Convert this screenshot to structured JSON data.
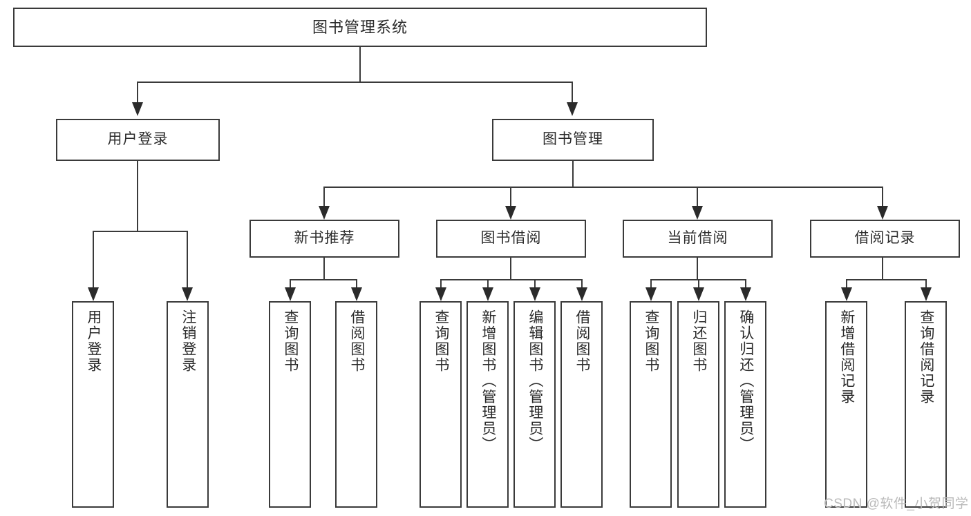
{
  "diagram": {
    "type": "tree-hierarchy",
    "title": "图书管理系统",
    "watermark": "CSDN @软件_小贺同学",
    "colors": {
      "box_border": "#3a3a3a",
      "connector": "#3a3a3a",
      "text": "#2b2b2b",
      "background": "#ffffff",
      "watermark": "#b9b9b9"
    },
    "nodes": {
      "root": {
        "label": "图书管理系统"
      },
      "level2": [
        {
          "label": "用户登录"
        },
        {
          "label": "图书管理"
        }
      ],
      "level3": [
        {
          "label": "新书推荐"
        },
        {
          "label": "图书借阅"
        },
        {
          "label": "当前借阅"
        },
        {
          "label": "借阅记录"
        }
      ],
      "leaves": {
        "user_login": [
          {
            "label": "用户登录"
          },
          {
            "label": "注销登录"
          }
        ],
        "new_book_recommend": [
          {
            "label": "查询图书"
          },
          {
            "label": "借阅图书"
          }
        ],
        "book_borrow": [
          {
            "label": "查询图书"
          },
          {
            "label": "新增图书（管理员）"
          },
          {
            "label": "编辑图书（管理员）"
          },
          {
            "label": "借阅图书"
          }
        ],
        "current_borrow": [
          {
            "label": "查询图书"
          },
          {
            "label": "归还图书"
          },
          {
            "label": "确认归还（管理员）"
          }
        ],
        "borrow_record": [
          {
            "label": "新增借阅记录"
          },
          {
            "label": "查询借阅记录"
          }
        ]
      }
    }
  }
}
